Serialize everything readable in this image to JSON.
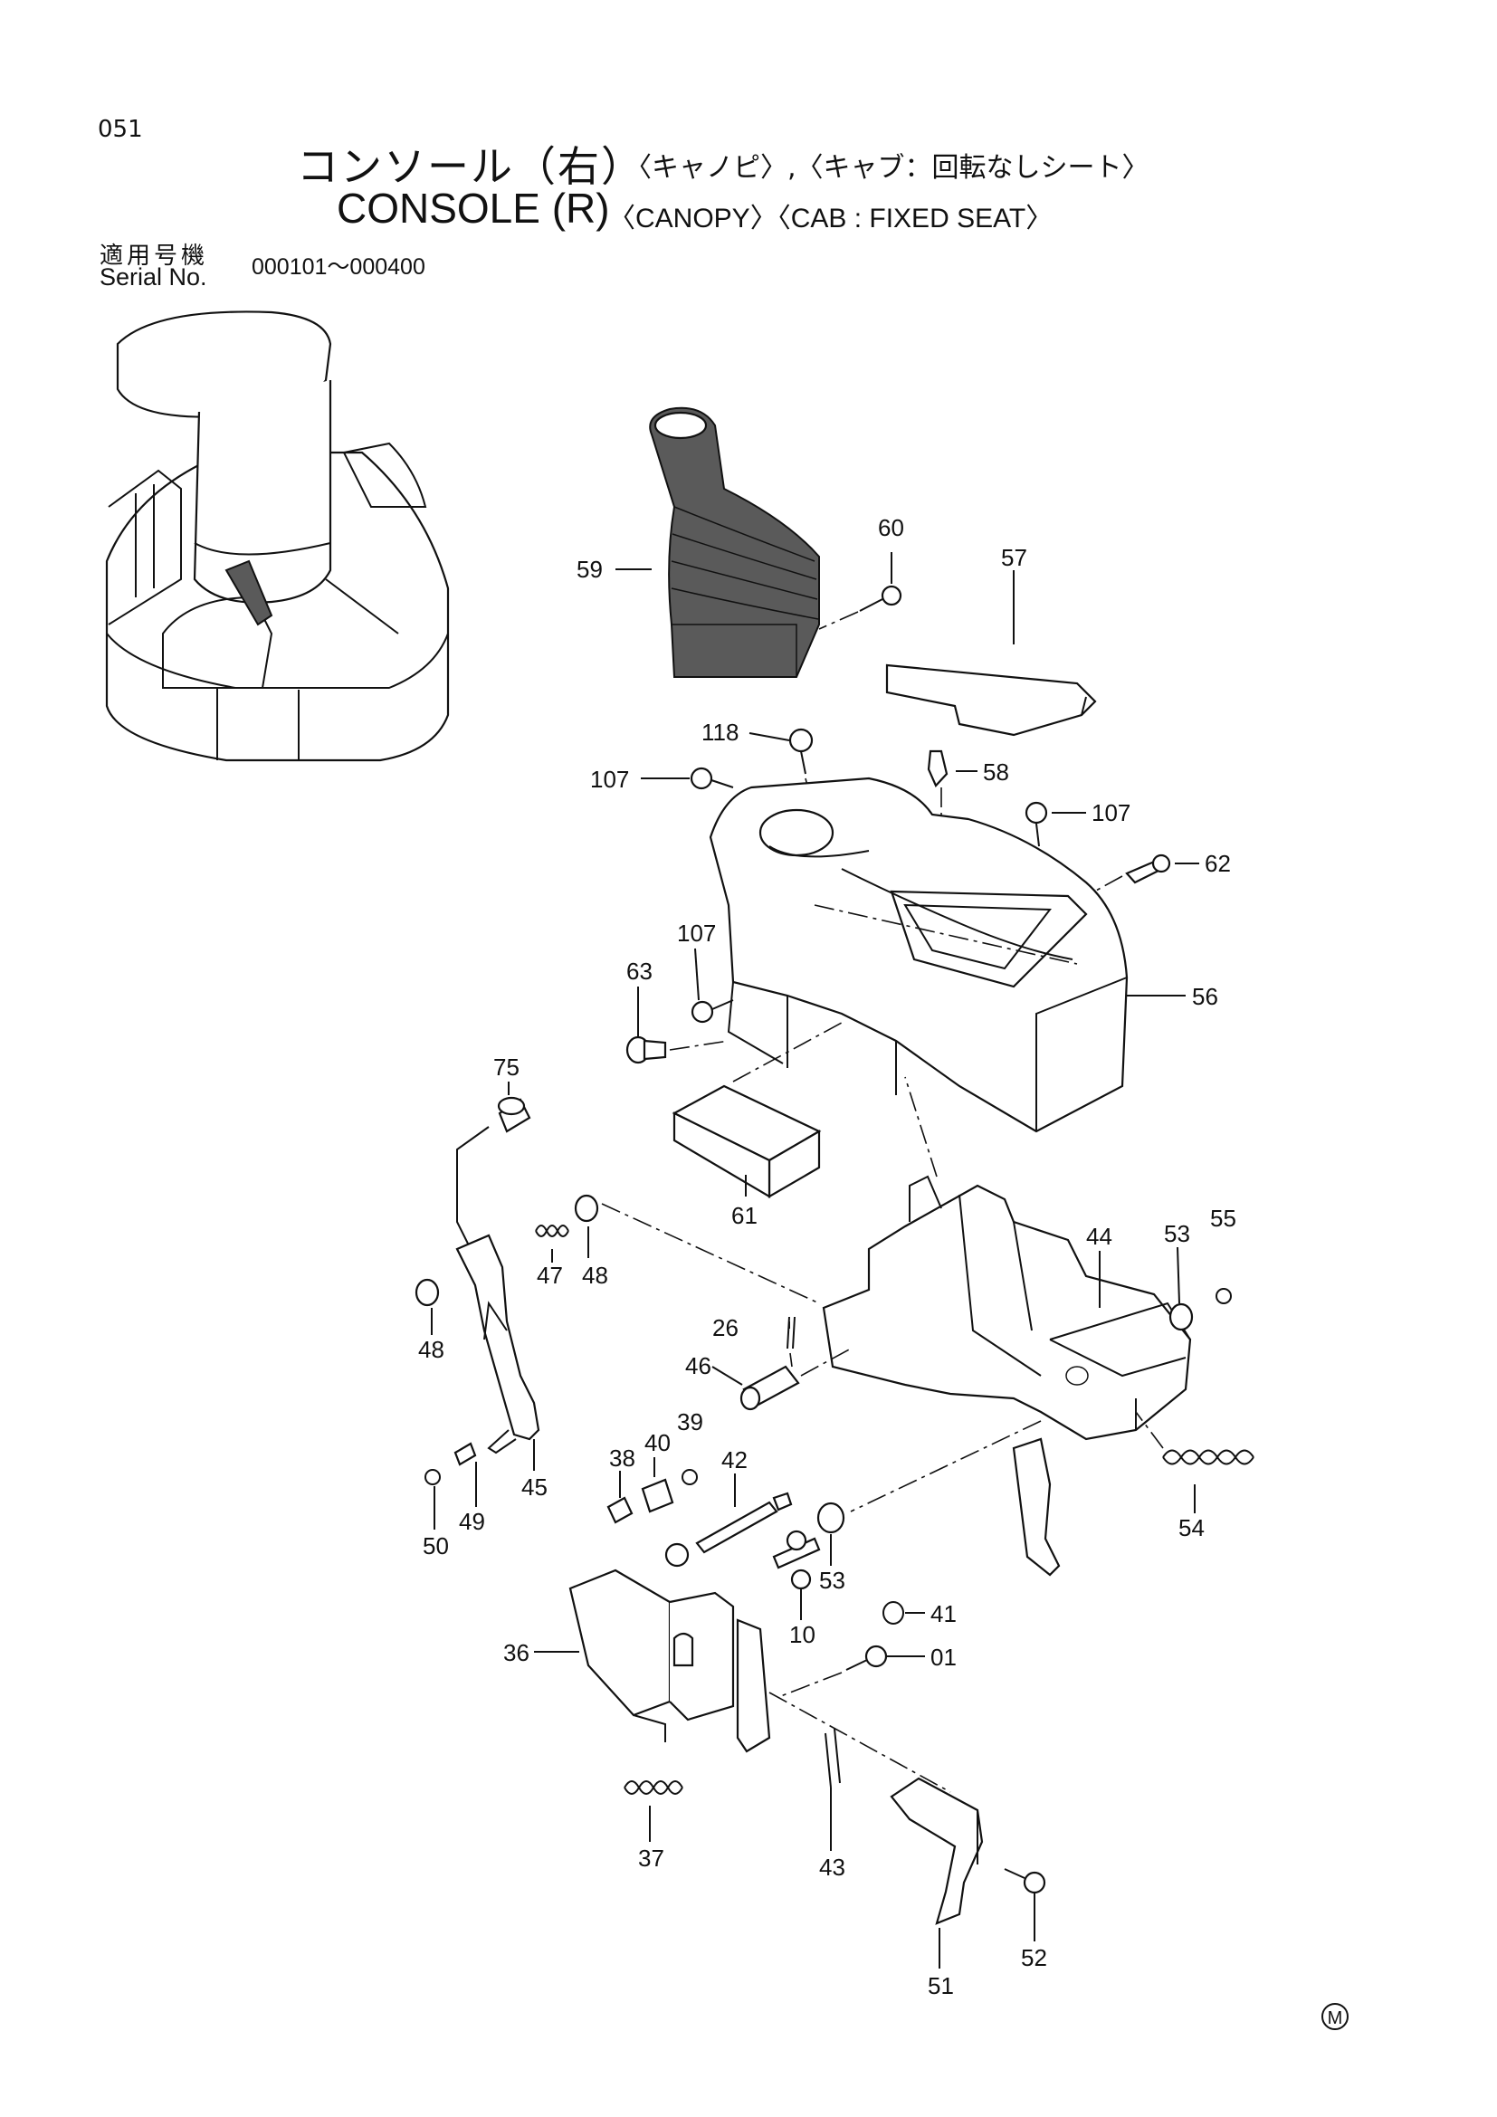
{
  "page_number": "051",
  "title": {
    "jp_main": "コンソール（右）",
    "jp_variant": "〈キャノピ〉,〈キャブ：回転なしシート〉",
    "en_main": "CONSOLE (R)",
    "en_variant": "〈CANOPY〉〈CAB : FIXED SEAT〉"
  },
  "serial": {
    "label_jp": "適用号機",
    "label_en": "Serial No.",
    "range": "000101～000400"
  },
  "callouts": {
    "c01": "01",
    "c10": "10",
    "c26": "26",
    "c36": "36",
    "c37": "37",
    "c38": "38",
    "c39": "39",
    "c40": "40",
    "c41": "41",
    "c42": "42",
    "c43": "43",
    "c44": "44",
    "c45": "45",
    "c46": "46",
    "c47": "47",
    "c48a": "48",
    "c48b": "48",
    "c49": "49",
    "c50": "50",
    "c51": "51",
    "c52": "52",
    "c53a": "53",
    "c53b": "53",
    "c54": "54",
    "c55": "55",
    "c56": "56",
    "c57": "57",
    "c58": "58",
    "c59": "59",
    "c60": "60",
    "c61": "61",
    "c62": "62",
    "c63": "63",
    "c75": "75",
    "c107a": "107",
    "c107b": "107",
    "c107c": "107",
    "c118": "118"
  },
  "mark": "M"
}
